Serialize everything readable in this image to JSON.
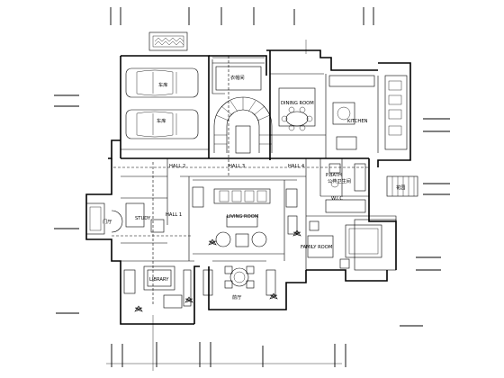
{
  "rooms": {
    "garage": "车库",
    "cloak": "衣帽间",
    "dining": "DINING ROOM",
    "kitchen": "KITCHEN",
    "hall1": "HALL 1",
    "hall2": "HALL 2",
    "hall3": "HALL 3",
    "hall4": "HALL 4",
    "pbath": "P.BATH",
    "pbath_cn": "公共卫生间",
    "wic": "W.I.C",
    "living": "LIVING ROOM",
    "study": "STUDY",
    "library": "LIBRARY",
    "family": "FAMILY ROOM",
    "entry": "门厅",
    "lobby": "前厅",
    "garden": "花园"
  }
}
